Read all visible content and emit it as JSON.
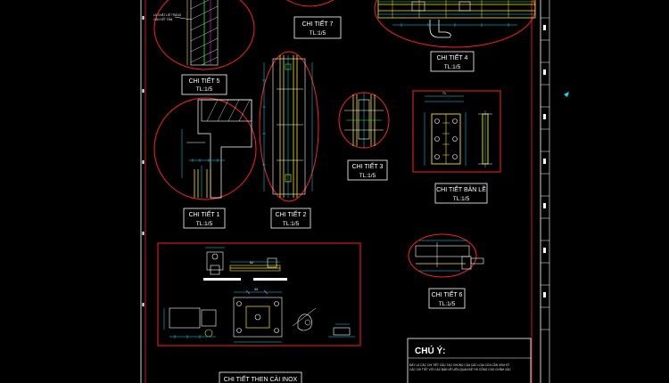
{
  "labels": {
    "chi_tiet_5": {
      "name": "CHI TIẾT 5",
      "scale": "TL:1/5"
    },
    "chi_tiet_7": {
      "name": "CHI TIẾT 7",
      "scale": "TL:1/5"
    },
    "chi_tiet_4": {
      "name": "CHI TIẾT 4",
      "scale": "TL:1/5"
    },
    "chi_tiet_3": {
      "name": "CHI TIẾT 3",
      "scale": "TL:1/5"
    },
    "chi_tiet_ban_le": {
      "name": "CHI TIẾT BẢN LỀ",
      "scale": "TL:1/5"
    },
    "chi_tiet_1": {
      "name": "CHI TIẾT 1",
      "scale": "TL:1/5"
    },
    "chi_tiet_2": {
      "name": "CHI TIẾT 2",
      "scale": "TL:1/5"
    },
    "chi_tiet_6": {
      "name": "CHI TIẾT 6",
      "scale": "TL:1/5"
    },
    "chi_tiet_then_cai": {
      "name": "CHI TIẾT THEN CÀI INOX"
    }
  },
  "detail5_note": [
    "LÀ CHẮT LIÊ TRÁNG",
    "CĂN KẾT TẤM"
  ],
  "notes": {
    "title": "CHÚ Ý:",
    "lines": [
      "ĐÂY LÀ CÁC CHI TIẾT CẤU TẠO CHUNG CỦA CÁC LOẠI CỬA CẦN XEM KỸ",
      "CÁC CHI TIẾT VỚI CÁC BẢN VẼ LIÊN QUAN ĐỂ THI CÔNG CHO CHÍNH XÁC"
    ]
  },
  "dimensions": {
    "ban_le_top": "71",
    "then_cai_a": "52",
    "then_cai_b": "34"
  },
  "colors": {
    "background": "#000000",
    "frame": "#ffffff",
    "detail_outline": "#ff2020",
    "metal": "#ffe800",
    "dimension": "#00e5ff",
    "accent_green": "#20ff40",
    "accent_magenta": "#ff40ff"
  }
}
